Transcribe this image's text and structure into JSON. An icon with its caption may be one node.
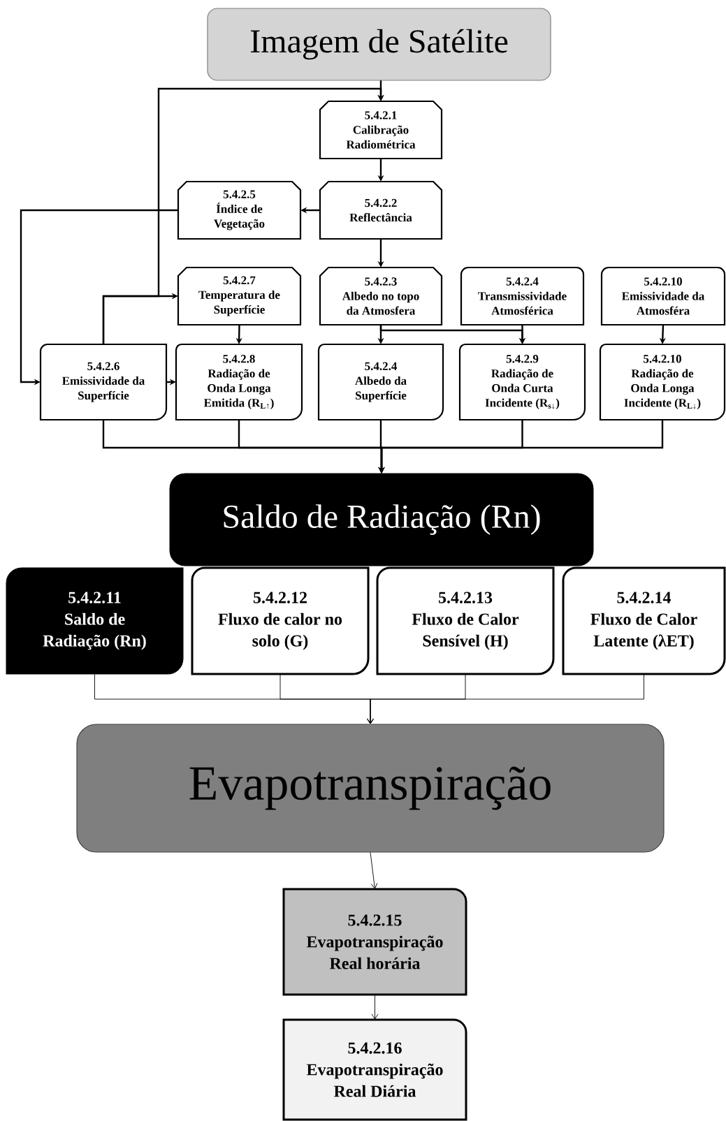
{
  "diagram": {
    "nodes": [
      {
        "text": [
          "Imagem de Satélite"
        ]
      },
      {
        "text": [
          "5.4.2.1",
          "Calibração Radiométrica"
        ]
      },
      {
        "text": [
          "5.4.2.2",
          "Reflectância"
        ]
      },
      {
        "text": [
          "5.4.2.5",
          "Índice de Vegetação"
        ]
      },
      {
        "text": [
          "5.4.2.7",
          "Temperatura de Superfície"
        ]
      },
      {
        "text": [
          "5.4.2.3",
          "Albedo no topo da Atmosfera"
        ]
      },
      {
        "text": [
          "5.4.2.4",
          "Transmissividade Atmosférica"
        ]
      },
      {
        "text": [
          "5.4.2.10",
          "Emissividade da Atmosféra"
        ]
      },
      {
        "text": [
          "5.4.2.6",
          "Emissividade da Superfície"
        ]
      },
      {
        "text": [
          "5.4.2.8",
          "Radiação de Onda Longa Emitida (R$_{L↑}$)"
        ]
      },
      {
        "text": [
          "5.4.2.4",
          "Albedo da Superfície"
        ]
      },
      {
        "text": [
          "5.4.2.9",
          "Radiação de Onda Curta Incidente (R$_{s↓}$)"
        ]
      },
      {
        "text": [
          "5.4.2.10",
          "Radiação de Onda Longa Incidente (R$_{L↓}$)"
        ]
      },
      {
        "text": [
          "Saldo de Radiação (Rn)"
        ]
      },
      {
        "text": [
          "5.4.2.11",
          "Saldo de Radiação (Rn)"
        ]
      },
      {
        "text": [
          "5.4.2.12",
          "Fluxo de calor no solo (G)"
        ]
      },
      {
        "text": [
          "5.4.2.13",
          "Fluxo de Calor Sensível (H)"
        ]
      },
      {
        "text": [
          "5.4.2.14",
          "Fluxo de Calor Latente (λET)"
        ]
      },
      {
        "text": [
          "Evapotranspiração"
        ]
      },
      {
        "text": [
          "5.4.2.15",
          "Evapotranspiração Real horária"
        ]
      },
      {
        "text": [
          "5.4.2.16",
          "Evapotranspiração Real Diária"
        ]
      }
    ],
    "edges": [
      {
        "from": 0,
        "to": 1,
        "arrow": "to"
      },
      {
        "from": 1,
        "to": 2,
        "arrow": "to"
      },
      {
        "from": 2,
        "to": 3,
        "arrow": "to"
      },
      {
        "from": 2,
        "to": 5,
        "arrow": "to"
      },
      {
        "from": 3,
        "to": 8,
        "arrow": "to"
      },
      {
        "from": 8,
        "to": 4,
        "arrow": "to"
      },
      {
        "from": 8,
        "to": 1,
        "arrow": "to"
      },
      {
        "from": 8,
        "to": 9,
        "arrow": "to"
      },
      {
        "from": 4,
        "to": 9,
        "arrow": "to"
      },
      {
        "from": 5,
        "to": 10,
        "arrow": "to"
      },
      {
        "from": 5,
        "to": 11,
        "arrow": "to"
      },
      {
        "from": 6,
        "to": 11,
        "arrow": "to"
      },
      {
        "from": 7,
        "to": 12,
        "arrow": "to"
      },
      {
        "from": 8,
        "to": 13,
        "arrow": "to"
      },
      {
        "from": 9,
        "to": 13,
        "arrow": "to"
      },
      {
        "from": 10,
        "to": 13,
        "arrow": "to"
      },
      {
        "from": 11,
        "to": 13,
        "arrow": "to"
      },
      {
        "from": 12,
        "to": 13,
        "arrow": "to"
      },
      {
        "from": 14,
        "to": 18,
        "arrow": "to"
      },
      {
        "from": 15,
        "to": 18,
        "arrow": "to"
      },
      {
        "from": 16,
        "to": 18,
        "arrow": "to"
      },
      {
        "from": 17,
        "to": 18,
        "arrow": "to"
      },
      {
        "from": 18,
        "to": 19,
        "arrow": "to"
      },
      {
        "from": 19,
        "to": 20,
        "arrow": "to"
      }
    ]
  }
}
